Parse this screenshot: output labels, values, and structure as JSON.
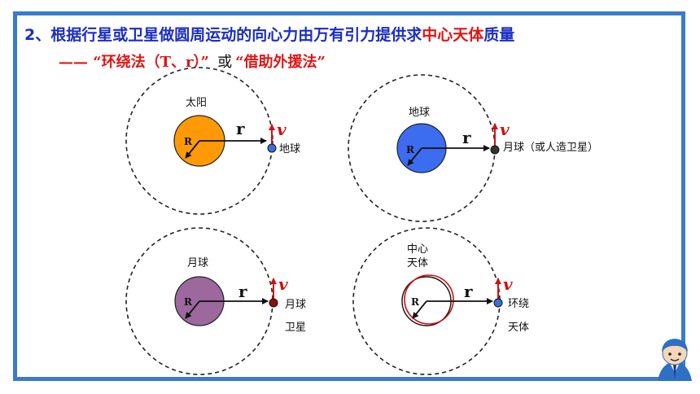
{
  "heading": {
    "prefix": "2、根据行星或卫星做圆周运动的向心力由万有引力提供求",
    "highlight": "中心天体",
    "suffix": "质量"
  },
  "subline": {
    "dash": "——",
    "method1": "“环绕法（T、r）”",
    "or": "或",
    "method2": "“借助外援法”"
  },
  "symbols": {
    "R": "R",
    "r": "r",
    "v": "v"
  },
  "panels": {
    "sun": {
      "center_label": "太阳",
      "orbit_label": "地球",
      "center_color": "#ff9a06",
      "orbit_color": "#3d6fd8"
    },
    "earth": {
      "center_label": "地球",
      "orbit_label": "月球（或人造卫星）",
      "center_color": "#3c6cf0",
      "orbit_color": "#333333"
    },
    "moon": {
      "center_label": "月球",
      "orbit_label_1": "月球",
      "orbit_label_2": "卫星",
      "center_color": "#9c689e",
      "orbit_color": "#8a0f0f"
    },
    "general": {
      "center_label_1": "中心",
      "center_label_2": "天体",
      "orbit_label_1": "环绕",
      "orbit_label_2": "天体",
      "center_color": "#ffffff",
      "orbit_color": "#3d6fd8"
    }
  },
  "colors": {
    "frame": "#3a7cc7",
    "heading": "#1b2ec2",
    "accent": "#e01515"
  },
  "icons": {
    "mascot": "teacher-mascot-icon"
  }
}
